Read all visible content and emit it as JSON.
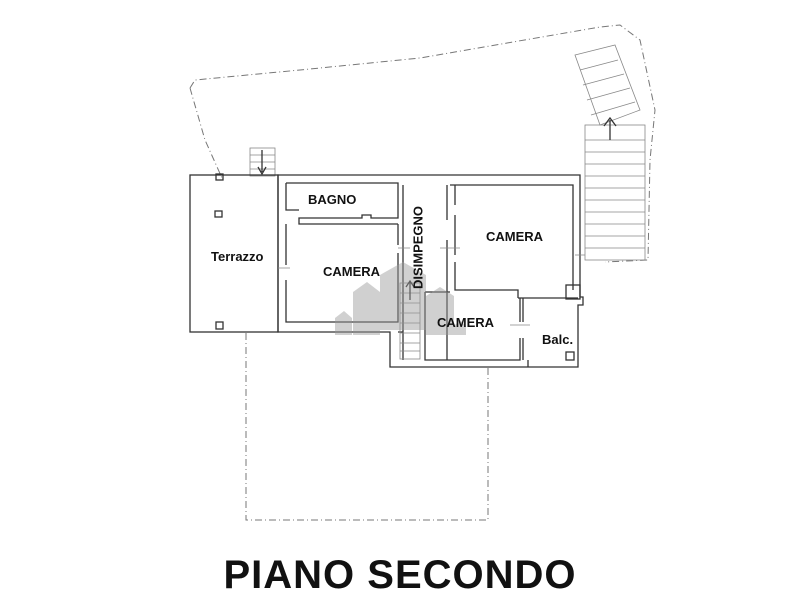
{
  "plan": {
    "title": "PIANO SECONDO",
    "rooms": {
      "terrazzo": "Terrazzo",
      "bagno": "BAGNO",
      "camera_left": "CAMERA",
      "disimpegno": "DISIMPEGNO",
      "camera_right": "CAMERA",
      "camera_lower": "CAMERA",
      "balcone": "Balc."
    }
  }
}
